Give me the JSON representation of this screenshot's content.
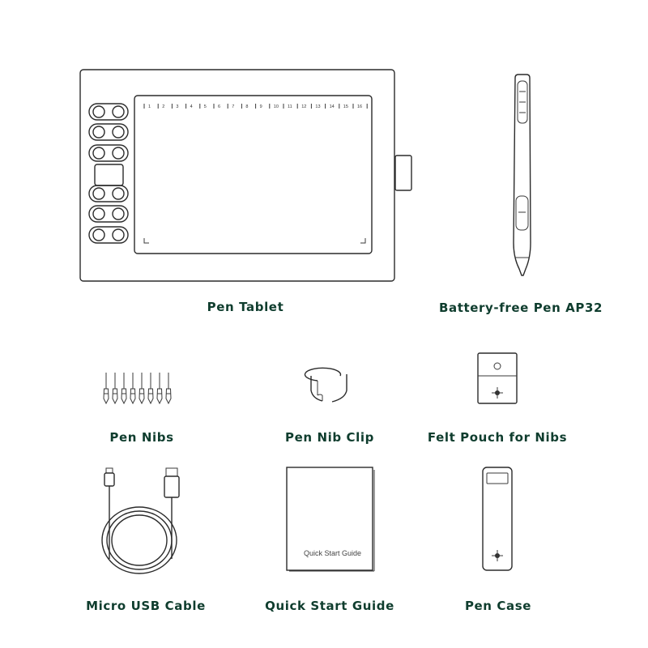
{
  "items": [
    {
      "label": "Pen Tablet"
    },
    {
      "label": "Battery-free Pen AP32"
    },
    {
      "label": "Pen Nibs"
    },
    {
      "label": "Pen Nib Clip"
    },
    {
      "label": "Felt Pouch for Nibs"
    },
    {
      "label": "Micro USB Cable"
    },
    {
      "label": "Quick Start Guide"
    },
    {
      "label": "Pen Case"
    }
  ],
  "tablet": {
    "ruler_numbers": [
      "1",
      "2",
      "3",
      "4",
      "5",
      "6",
      "7",
      "8",
      "9",
      "10",
      "11",
      "12",
      "13",
      "14",
      "15",
      "16"
    ]
  },
  "guide": {
    "cover_text": "Quick Start Guide"
  },
  "colors": {
    "label": "#0f3d2e",
    "line": "#2b2b2b"
  }
}
